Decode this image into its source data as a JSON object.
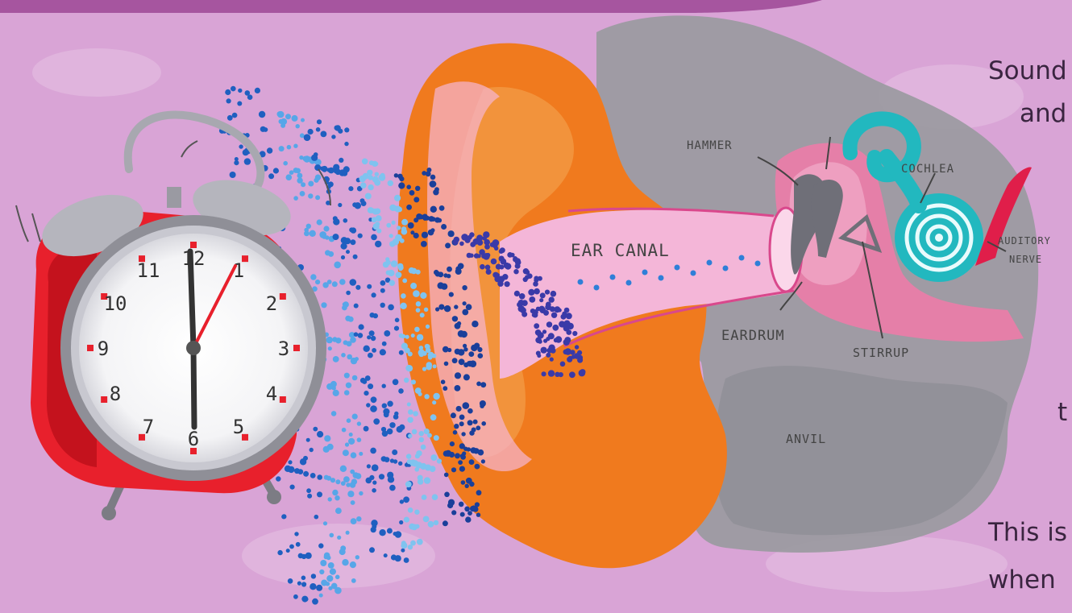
{
  "colors": {
    "background": "#d9a4d6",
    "top_band": "#a6559f",
    "clock_red": "#e8202c",
    "ear_orange": "#f07a1e",
    "bone_gray": "#9a9aa0",
    "canal_pink": "#f4b6d8",
    "cochlea_teal": "#22b8bf",
    "nerve_red": "#e01e4a",
    "wave_blue": "#1f5fc0"
  },
  "clock": {
    "numbers": [
      "12",
      "1",
      "2",
      "3",
      "4",
      "5",
      "6",
      "7",
      "8",
      "9",
      "10",
      "11"
    ]
  },
  "labels": {
    "hammer": "HAMMER",
    "cochlea": "COCHLEA",
    "auditory_line1": "AUDITORY",
    "auditory_line2": "NERVE",
    "ear_canal": "EAR CANAL",
    "eardrum": "EARDRUM",
    "stirrup": "STIRRUP",
    "anvil": "ANVIL"
  },
  "text_fragments": [
    "Sound",
    "and",
    "t",
    "This is",
    "when"
  ]
}
